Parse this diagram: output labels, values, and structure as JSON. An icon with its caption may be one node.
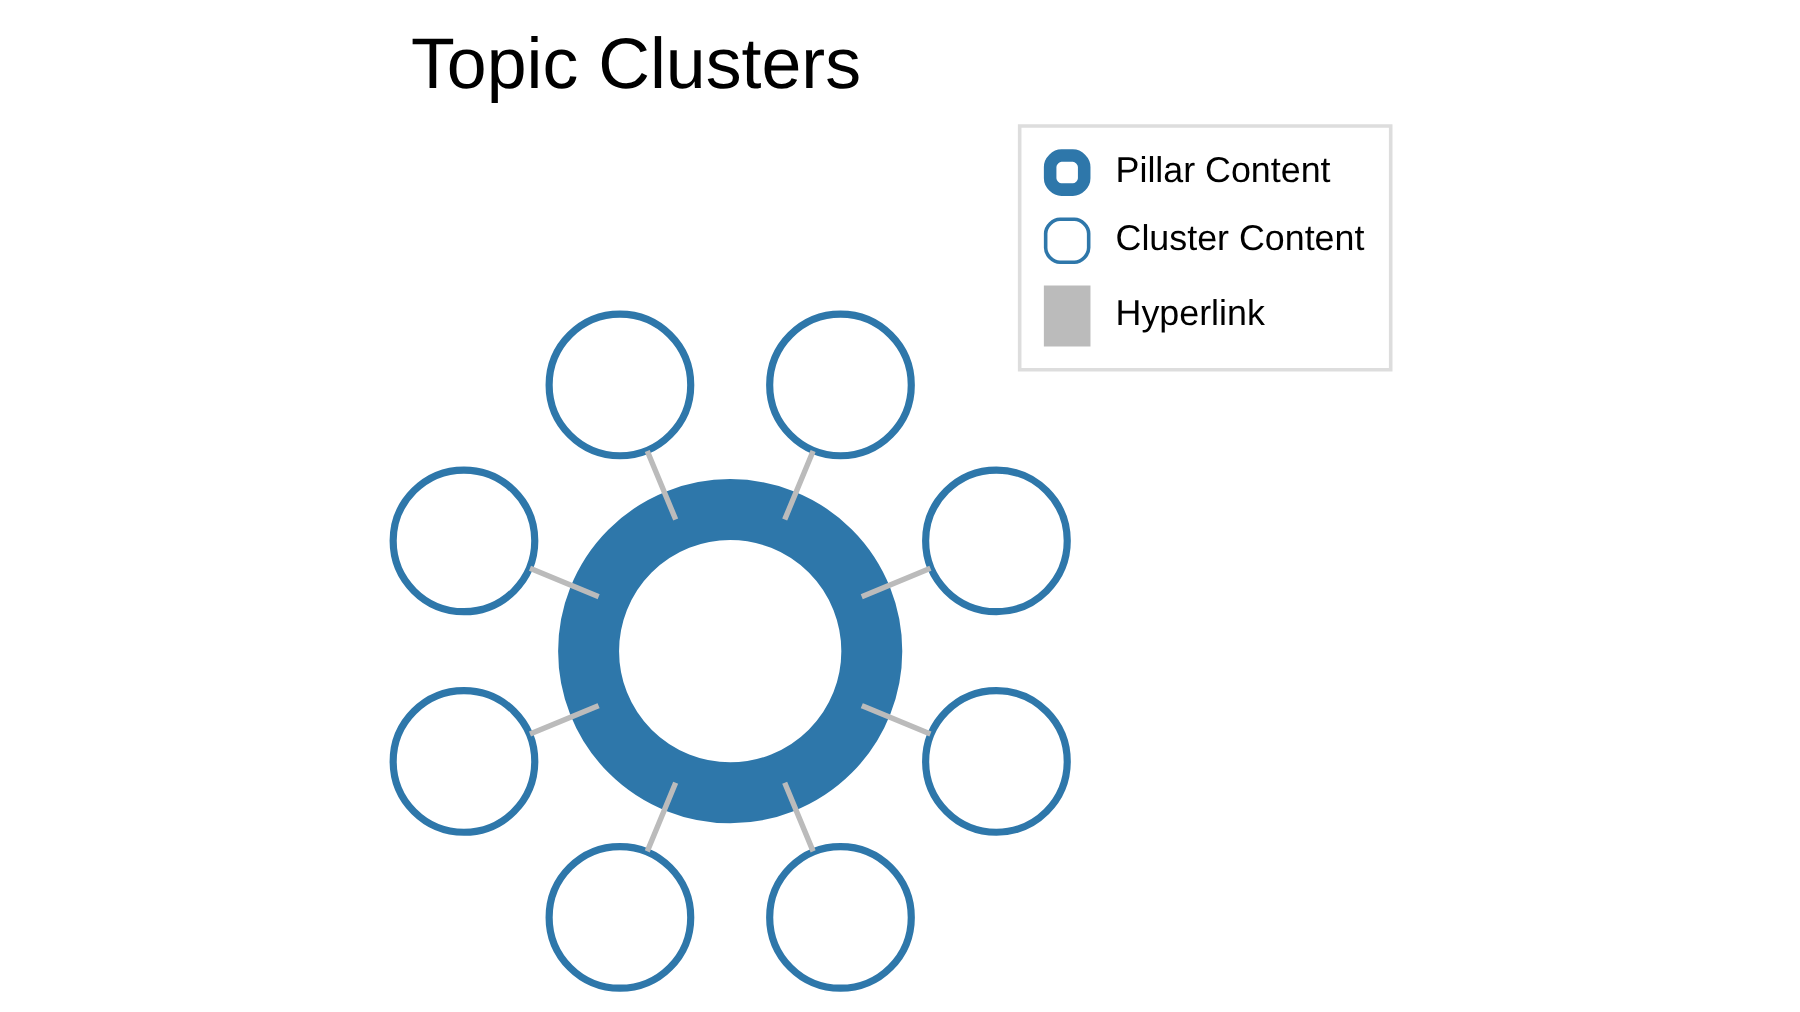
{
  "diagram": {
    "title": "Topic Clusters",
    "nodes": [
      {
        "text": [],
        "shape": "circle"
      },
      {
        "text": [],
        "shape": "circle"
      },
      {
        "text": [],
        "shape": "circle"
      },
      {
        "text": [],
        "shape": "circle"
      },
      {
        "text": [],
        "shape": "circle"
      },
      {
        "text": [],
        "shape": "circle"
      },
      {
        "text": [],
        "shape": "circle"
      },
      {
        "text": [],
        "shape": "circle"
      },
      {
        "text": [],
        "shape": "circle"
      }
    ],
    "edges": [
      {
        "from": 3,
        "to": 0,
        "arrow": "none"
      },
      {
        "from": 3,
        "to": 1,
        "arrow": "none"
      },
      {
        "from": 3,
        "to": 4,
        "arrow": "none"
      },
      {
        "from": 3,
        "to": 6,
        "arrow": "none"
      },
      {
        "from": 3,
        "to": 8,
        "arrow": "none"
      },
      {
        "from": 3,
        "to": 7,
        "arrow": "none"
      },
      {
        "from": 3,
        "to": 5,
        "arrow": "none"
      },
      {
        "from": 3,
        "to": 2,
        "arrow": "none"
      }
    ],
    "legend": [
      {
        "text": "Pillar Content"
      },
      {
        "text": "Cluster Content"
      },
      {
        "text": "Hyperlink"
      }
    ]
  }
}
